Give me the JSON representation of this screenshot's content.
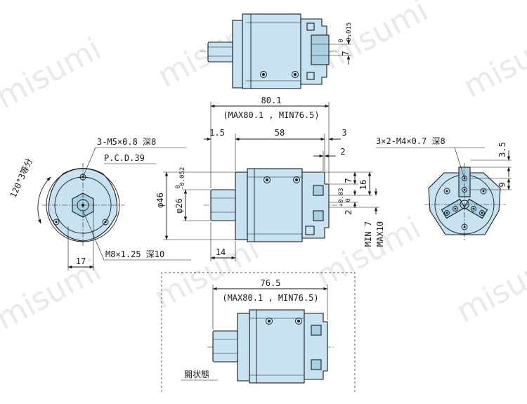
{
  "watermark": {
    "text": "misumi"
  },
  "top_view": {
    "dim_7": "7",
    "tol_7_upper": "0",
    "tol_7_lower": "-0.015"
  },
  "front_view": {
    "dim_overall": "80.1",
    "dim_overall_range": "(MAX80.1 , MIN76.5)",
    "dim_1_5": "1.5",
    "dim_58": "58",
    "dim_3": "3",
    "dim_2": "2",
    "dim_7_right": "7",
    "dim_16": "16",
    "dim_2_jaw": "2",
    "tol_2_upper": "+0.03",
    "tol_2_lower": "0",
    "dim_stroke_min": "MIN 7",
    "dim_stroke_max": "MAX10",
    "dim_phi46": "φ46",
    "dim_phi26": "φ26",
    "tol_phi26_upper": "0",
    "tol_phi26_lower": "-0.052",
    "dim_14": "14"
  },
  "left_view": {
    "thread_note": "3-M5×0.8 深8",
    "pcd": "P.C.D.39",
    "angle_note": "120°3等分",
    "center_thread": "M8×1.25 深10",
    "dim_17": "17"
  },
  "right_view": {
    "thread_note": "3×2-M4×0.7 深8",
    "dim_3_5": "3.5",
    "dim_9": "9"
  },
  "open_view": {
    "dim_overall": "76.5",
    "dim_overall_range": "(MAX80.1 , MIN76.5)",
    "state_label": "開状態"
  }
}
